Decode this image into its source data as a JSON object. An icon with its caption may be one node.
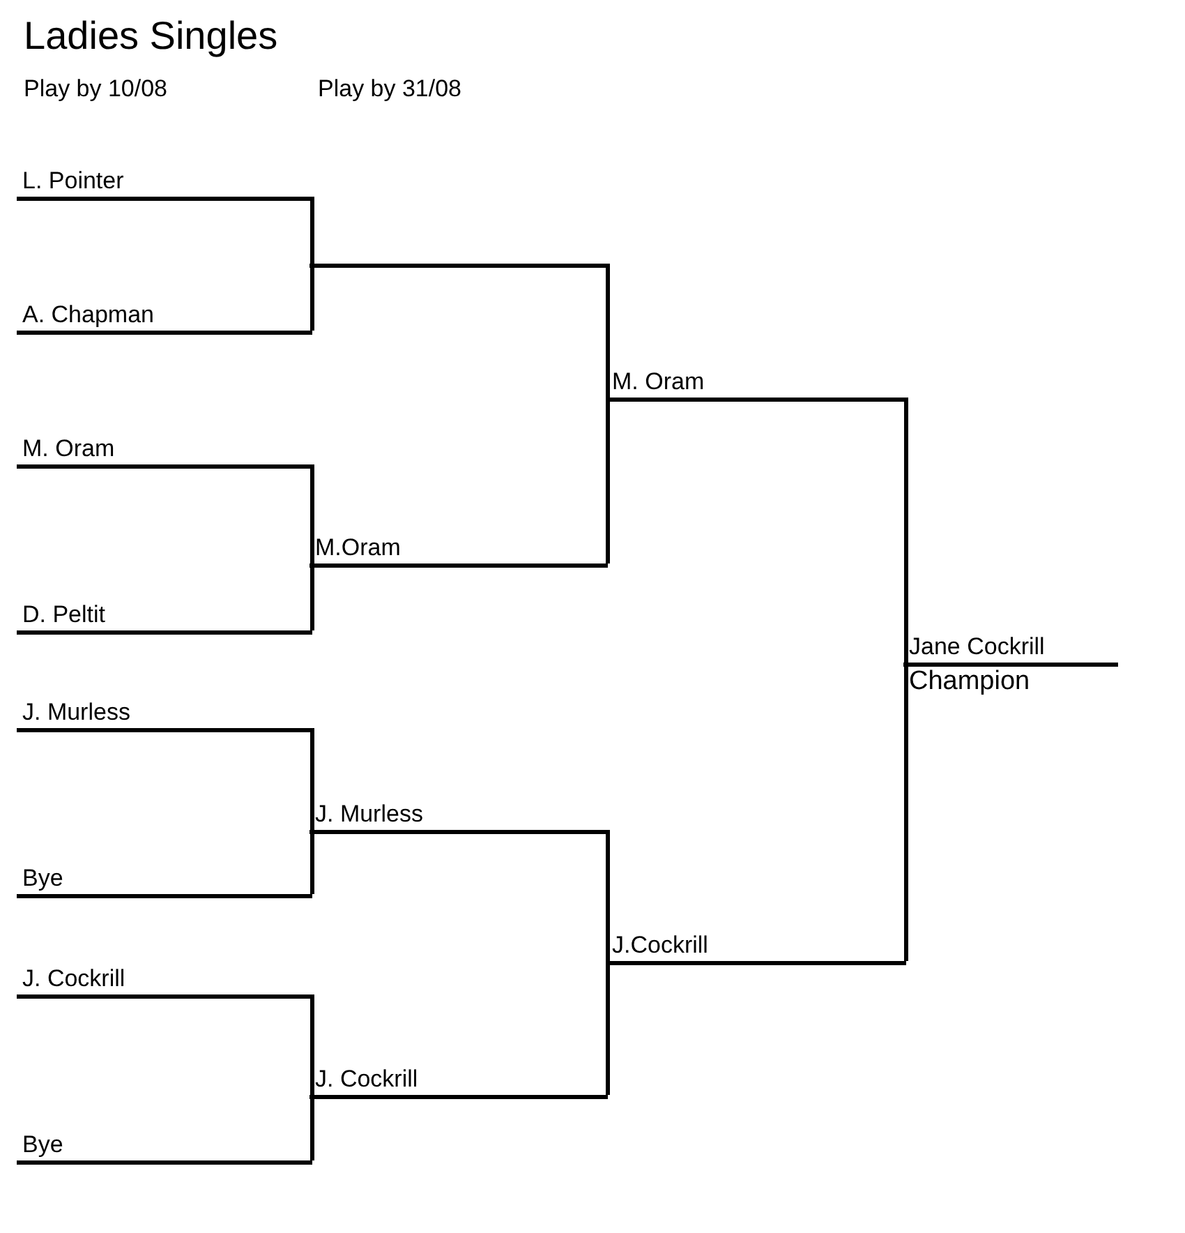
{
  "diagram": {
    "title": "Ladies Singles",
    "nodes": [
      {
        "text": [
          "L. Pointer"
        ]
      },
      {
        "text": [
          "A. Chapman"
        ]
      },
      {
        "text": [
          "M. Oram"
        ]
      },
      {
        "text": [
          "D. Peltit"
        ]
      },
      {
        "text": [
          "J. Murless"
        ]
      },
      {
        "text": [
          "Bye"
        ]
      },
      {
        "text": [
          "J. Cockrill"
        ]
      },
      {
        "text": [
          "Bye"
        ]
      },
      {
        "text": [],
        "shape": "line"
      },
      {
        "text": [
          "M.Oram"
        ]
      },
      {
        "text": [
          "J. Murless"
        ]
      },
      {
        "text": [
          "J. Cockrill"
        ]
      },
      {
        "text": [
          "M. Oram"
        ]
      },
      {
        "text": [
          "J.Cockrill"
        ]
      },
      {
        "text": [
          "Jane Cockrill",
          "Champion"
        ]
      }
    ],
    "edges": [
      {
        "from": 0,
        "to": 8,
        "arrow": "none"
      },
      {
        "from": 1,
        "to": 8,
        "arrow": "none"
      },
      {
        "from": 2,
        "to": 9,
        "arrow": "none"
      },
      {
        "from": 3,
        "to": 9,
        "arrow": "none"
      },
      {
        "from": 4,
        "to": 10,
        "arrow": "none"
      },
      {
        "from": 5,
        "to": 10,
        "arrow": "none"
      },
      {
        "from": 6,
        "to": 11,
        "arrow": "none"
      },
      {
        "from": 7,
        "to": 11,
        "arrow": "none"
      },
      {
        "from": 8,
        "to": 12,
        "arrow": "none"
      },
      {
        "from": 9,
        "to": 12,
        "arrow": "none"
      },
      {
        "from": 10,
        "to": 13,
        "arrow": "none"
      },
      {
        "from": 11,
        "to": 13,
        "arrow": "none"
      },
      {
        "from": 12,
        "to": 14,
        "arrow": "none"
      },
      {
        "from": 13,
        "to": 14,
        "arrow": "none"
      }
    ],
    "labels": [
      "Play by 10/08",
      "Play by 31/08"
    ]
  }
}
